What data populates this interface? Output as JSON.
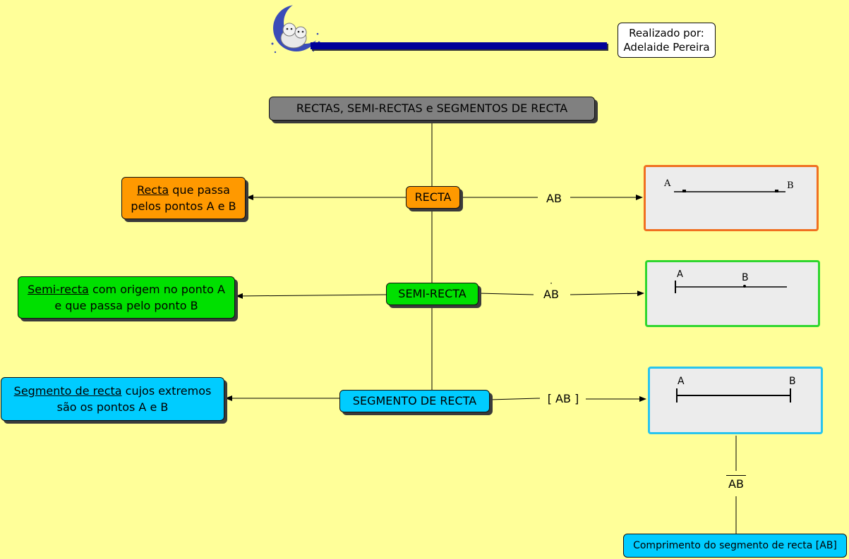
{
  "author": {
    "line1": "Realizado por:",
    "line2": "Adelaide Pereira"
  },
  "root": {
    "label": "RECTAS, SEMI-RECTAS e SEGMENTOS DE RECTA"
  },
  "recta": {
    "label": "RECTA",
    "desc_term": "Recta",
    "desc_rest1": " que passa",
    "desc_line2": "pelos pontos A e B",
    "notation": "AB",
    "pt_a": "A",
    "pt_b": "B"
  },
  "semirecta": {
    "label": "SEMI-RECTA",
    "desc_term": "Semi-recta",
    "desc_rest1": " com origem no ponto A",
    "desc_line2": "e que passa pelo ponto B",
    "notation": "AB",
    "pt_a": "A",
    "pt_b": "B"
  },
  "segmento": {
    "label": "SEGMENTO DE RECTA",
    "desc_term": "Segmento de recta",
    "desc_rest1": " cujos extremos",
    "desc_line2": "são os pontos A e B",
    "notation": "[ AB ]",
    "pt_a": "A",
    "pt_b": "B",
    "length_notation": "AB",
    "length_desc": "Comprimento do segmento de recta [AB]"
  },
  "colors": {
    "background": "#ffff99",
    "root": "#808080",
    "recta": "#ff9900",
    "semirecta": "#00e000",
    "segmento": "#00ccff",
    "bar": "#000099"
  },
  "icons": {
    "logo": "moon-cats-icon"
  }
}
